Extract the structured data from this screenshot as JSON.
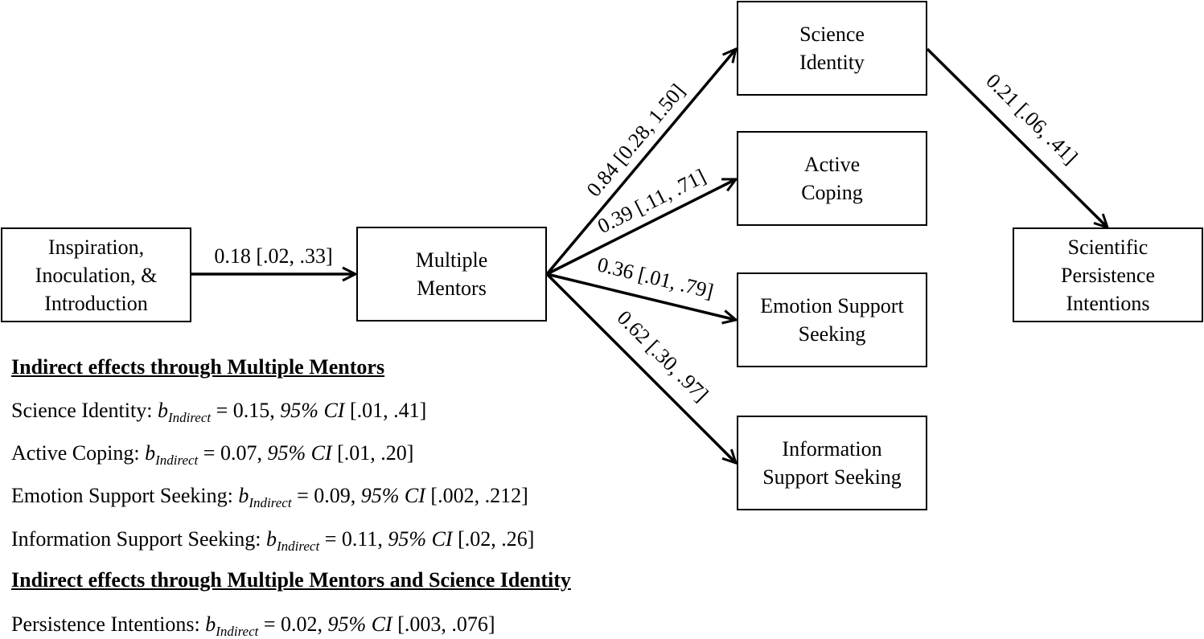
{
  "nodes": {
    "inspiration": [
      "Inspiration,",
      "Inoculation, &",
      "Introduction"
    ],
    "mentors": [
      "Multiple",
      "Mentors"
    ],
    "science_identity": [
      "Science",
      "Identity"
    ],
    "active_coping": [
      "Active",
      "Coping"
    ],
    "emotion_support": [
      "Emotion Support",
      "Seeking"
    ],
    "information_support": [
      "Information",
      "Support Seeking"
    ],
    "persistence": [
      "Scientific",
      "Persistence",
      "Intentions"
    ]
  },
  "edges": {
    "inspiration_to_mentors": "0.18 [.02, .33]",
    "mentors_to_science_identity": "0.84 [0.28, 1.50]",
    "mentors_to_active_coping": "0.39 [.11, .71]",
    "mentors_to_emotion_support": "0.36 [.01, .79]",
    "mentors_to_information_support": "0.62 [.30, .97]",
    "science_identity_to_persistence": "0.21 [.06, .41]"
  },
  "effects": {
    "heading_1": "Indirect effects through Multiple Mentors",
    "heading_2": "Indirect effects through Multiple Mentors and Science Identity",
    "b": "b",
    "sub": "Indirect",
    "ci": "95% CI",
    "rows": [
      {
        "label": "Science Identity: ",
        "eq": " = 0.15, ",
        "range": " [.01, .41]"
      },
      {
        "label": "Active Coping: ",
        "eq": " = 0.07, ",
        "range": " [.01, .20]"
      },
      {
        "label": "Emotion Support Seeking: ",
        "eq": " = 0.09, ",
        "range": " [.002, .212]"
      },
      {
        "label": "Information Support Seeking: ",
        "eq": " = 0.11, ",
        "range": " [.02, .26]"
      },
      {
        "label": "Persistence Intentions: ",
        "eq": " = 0.02, ",
        "range": " [.003, .076]"
      }
    ]
  }
}
